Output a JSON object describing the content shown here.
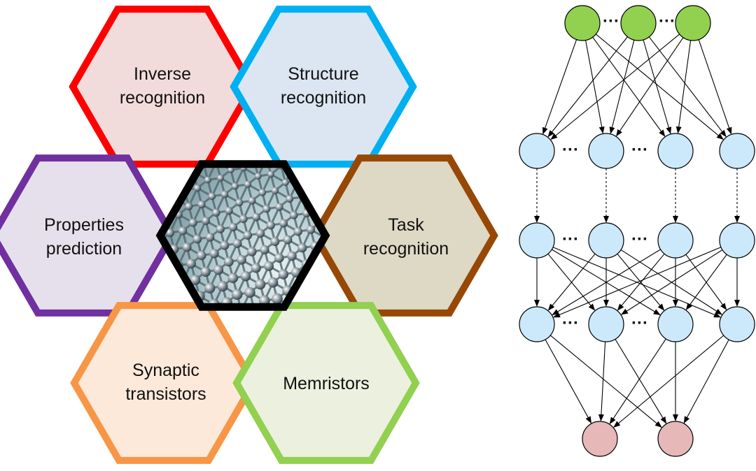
{
  "hexagons": {
    "inverse": {
      "line1": "Inverse",
      "line2": "recognition",
      "stroke": "#ff0000",
      "fill": "#f2dcdb"
    },
    "structure": {
      "line1": "Structure",
      "line2": "recognition",
      "stroke": "#00b0f0",
      "fill": "#dce6f2"
    },
    "properties": {
      "line1": "Properties",
      "line2": "prediction",
      "stroke": "#7030a0",
      "fill": "#e6e0ec"
    },
    "task": {
      "line1": "Task",
      "line2": "recognition",
      "stroke": "#974806",
      "fill": "#ddd9c4"
    },
    "synaptic": {
      "line1": "Synaptic",
      "line2": "transistors",
      "stroke": "#f79646",
      "fill": "#fde9d9"
    },
    "memristors": {
      "line1": "Memristors",
      "line2": "",
      "stroke": "#92d050",
      "fill": "#ebf1de"
    },
    "center": {
      "stroke": "#000000",
      "image": "graphene-lattice-image"
    }
  },
  "network": {
    "input_color": "#92d050",
    "hidden_color": "#cce9fb",
    "output_color": "#e6b8b7",
    "ellipsis": "···"
  }
}
